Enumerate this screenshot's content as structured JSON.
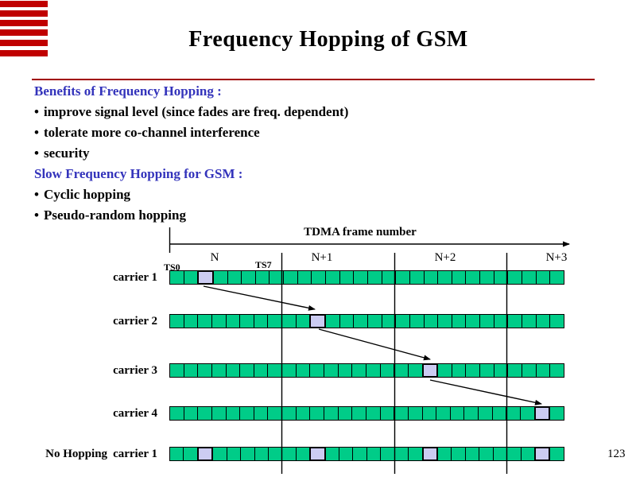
{
  "slide": {
    "title": "Frequency Hopping of GSM",
    "page_number": "123"
  },
  "content": {
    "bullet_char": "•",
    "sections": [
      {
        "heading": "Benefits of Frequency Hopping :",
        "bullets": [
          "improve signal level (since fades are freq. dependent)",
          "tolerate more co-channel interference",
          "security"
        ]
      },
      {
        "heading": "Slow Frequency Hopping for GSM :",
        "bullets": [
          "Cyclic hopping",
          "Pseudo-random hopping"
        ]
      }
    ]
  },
  "diagram": {
    "axis_label": "TDMA frame number",
    "frame_labels": [
      "N",
      "N+1",
      "N+2",
      "N+3"
    ],
    "slot_labels": {
      "first": "TS0",
      "last": "TS7"
    },
    "slots_per_frame": 8,
    "frames_shown": 4,
    "total_cells_per_row": 28,
    "rows": [
      {
        "prefix": "",
        "label": "carrier 1",
        "highlighted_cells": [
          2
        ]
      },
      {
        "prefix": "",
        "label": "carrier 2",
        "highlighted_cells": [
          10
        ]
      },
      {
        "prefix": "",
        "label": "carrier 3",
        "highlighted_cells": [
          18
        ]
      },
      {
        "prefix": "",
        "label": "carrier 4",
        "highlighted_cells": [
          26
        ]
      },
      {
        "prefix": "No Hopping",
        "label": "carrier 1",
        "highlighted_cells": [
          2,
          10,
          18,
          26
        ]
      }
    ]
  },
  "colors": {
    "slot_green": "#00CC88",
    "slot_highlight": "#CCCCF2",
    "divider_red": "#A00000",
    "logo_red": "#C00000",
    "heading_blue": "#3333BB"
  }
}
